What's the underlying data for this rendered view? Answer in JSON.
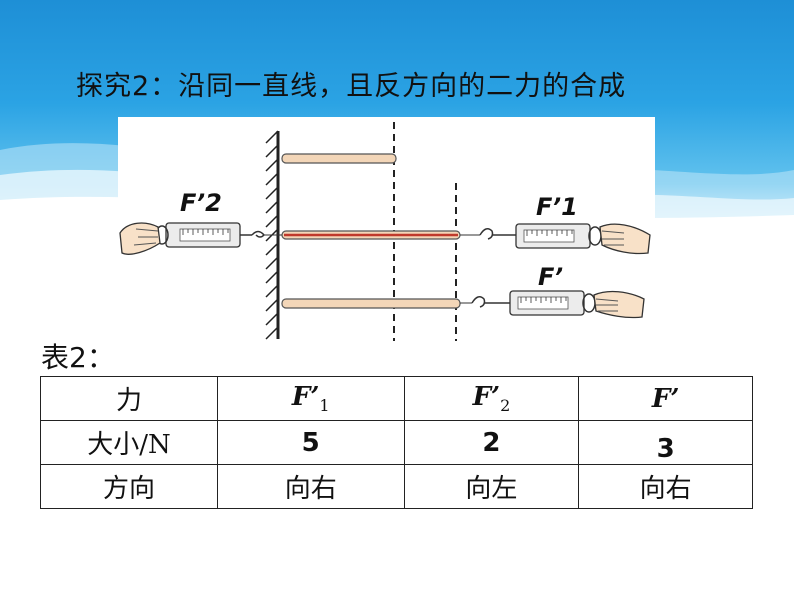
{
  "slide": {
    "title": "探究2：沿同一直线，且反方向的二力的合成",
    "table_title": "表2：",
    "colors": {
      "banner_dark": "#1e8fd6",
      "banner_light": "#63c3ee",
      "rope": "#c0392b"
    }
  },
  "figure": {
    "label_f2": "F’2",
    "label_f1": "F’1",
    "label_f": "F’"
  },
  "table": {
    "header": {
      "c1": "力",
      "c2_main": "F’",
      "c2_sub": "1",
      "c3_main": "F’",
      "c3_sub": "2",
      "c4": "F’"
    },
    "row_size": {
      "label": "大小/N",
      "v1": "5",
      "v2": "2",
      "v3": "3"
    },
    "row_dir": {
      "label": "方向",
      "v1": "向右",
      "v2": "向左",
      "v3": "向右"
    }
  }
}
